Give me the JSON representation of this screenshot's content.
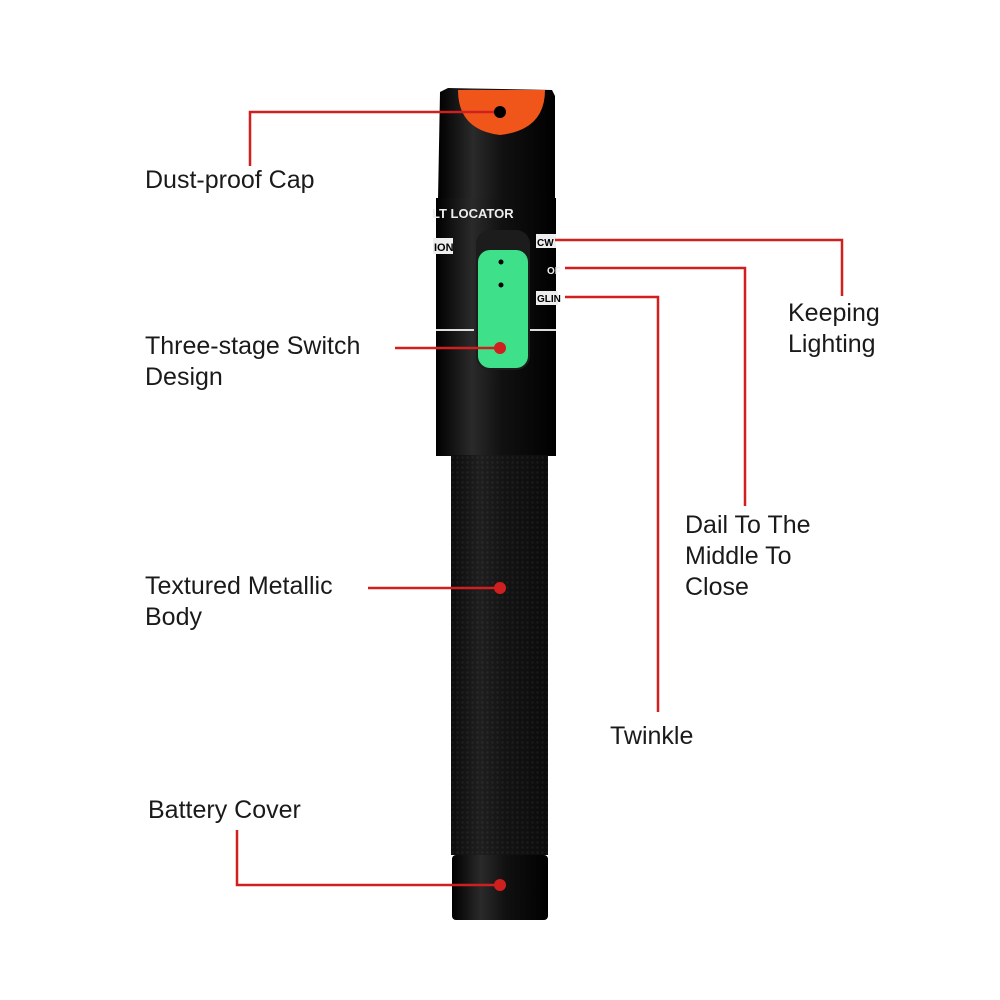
{
  "callouts": {
    "dust_cap": "Dust-proof Cap",
    "switch": [
      "Three-stage Switch",
      "Design"
    ],
    "body": [
      "Textured Metallic",
      "Body"
    ],
    "battery": "Battery Cover",
    "keeping": [
      "Keeping",
      "Lighting"
    ],
    "middle": [
      "Dail To The",
      "Middle To",
      "Close"
    ],
    "twinkle": "Twinkle"
  },
  "device": {
    "brand_text": "LT LOCATOR",
    "caution_text": "ION",
    "switch_marks": [
      "CW",
      "OF",
      "GLIN"
    ]
  },
  "colors": {
    "leader": "#d01f1f",
    "cap": "#f0561a",
    "switch": "#3ee08a",
    "body": "#111111"
  }
}
